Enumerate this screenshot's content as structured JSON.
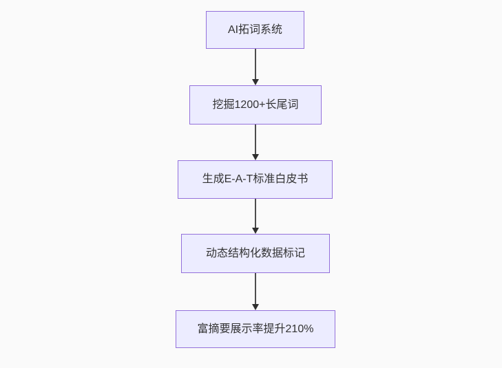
{
  "flowchart": {
    "type": "flowchart-top-down",
    "nodes": [
      {
        "label": "AI拓词系统"
      },
      {
        "label": "挖掘1200+长尾词"
      },
      {
        "label": "生成E-A-T标准白皮书"
      },
      {
        "label": "动态结构化数据标记"
      },
      {
        "label": "富摘要展示率提升210%"
      }
    ],
    "edges": [
      {
        "from": 0,
        "to": 1,
        "style": "arrow-down"
      },
      {
        "from": 1,
        "to": 2,
        "style": "arrow-down"
      },
      {
        "from": 2,
        "to": 3,
        "style": "arrow-down"
      },
      {
        "from": 3,
        "to": 4,
        "style": "arrow-down"
      }
    ],
    "colors": {
      "background": "#fafafa",
      "node_fill": "#ECECFF",
      "node_border": "#9370DB",
      "text": "#333333",
      "arrow": "#4d4d4d",
      "arrowhead": "#2f2f2f"
    }
  }
}
